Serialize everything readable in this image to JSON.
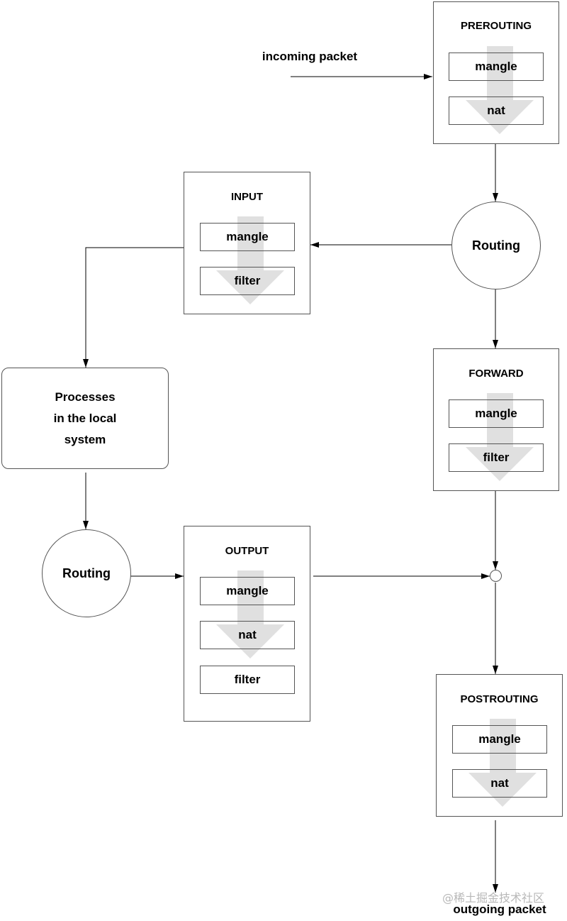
{
  "labels": {
    "incoming": "incoming packet",
    "outgoing": "outgoing packet",
    "watermark": "@稀土掘金技术社区"
  },
  "chains": {
    "prerouting": {
      "title": "PREROUTING",
      "tables": [
        "mangle",
        "nat"
      ]
    },
    "input": {
      "title": "INPUT",
      "tables": [
        "mangle",
        "filter"
      ]
    },
    "forward": {
      "title": "FORWARD",
      "tables": [
        "mangle",
        "filter"
      ]
    },
    "output": {
      "title": "OUTPUT",
      "tables": [
        "mangle",
        "nat",
        "filter"
      ]
    },
    "postrouting": {
      "title": "POSTROUTING",
      "tables": [
        "mangle",
        "nat"
      ]
    }
  },
  "nodes": {
    "routing_top": "Routing",
    "routing_bottom": "Routing",
    "processes": [
      "Processes",
      "in the local",
      "system"
    ]
  }
}
